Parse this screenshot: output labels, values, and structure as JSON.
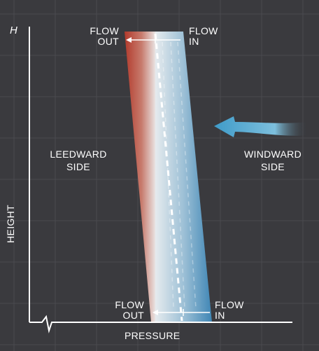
{
  "axis": {
    "y_symbol": "H",
    "y_label": "HEIGHT",
    "x_label": "PRESSURE"
  },
  "top": {
    "flow_out": [
      "FLOW",
      "OUT"
    ],
    "flow_in": [
      "FLOW",
      "IN"
    ]
  },
  "bottom": {
    "flow_out": [
      "FLOW",
      "OUT"
    ],
    "flow_in": [
      "FLOW",
      "IN"
    ]
  },
  "sides": {
    "leeward": [
      "LEEDWARD",
      "SIDE"
    ],
    "windward": [
      "WINDWARD",
      "SIDE"
    ]
  },
  "colors": {
    "background": "#3a3a3e",
    "grid": "#4a4a4f",
    "axis": "#ffffff",
    "outflow": "#b23a2c",
    "inflow": "#3f86b5",
    "wind_arrow": "#4aa3cf"
  }
}
